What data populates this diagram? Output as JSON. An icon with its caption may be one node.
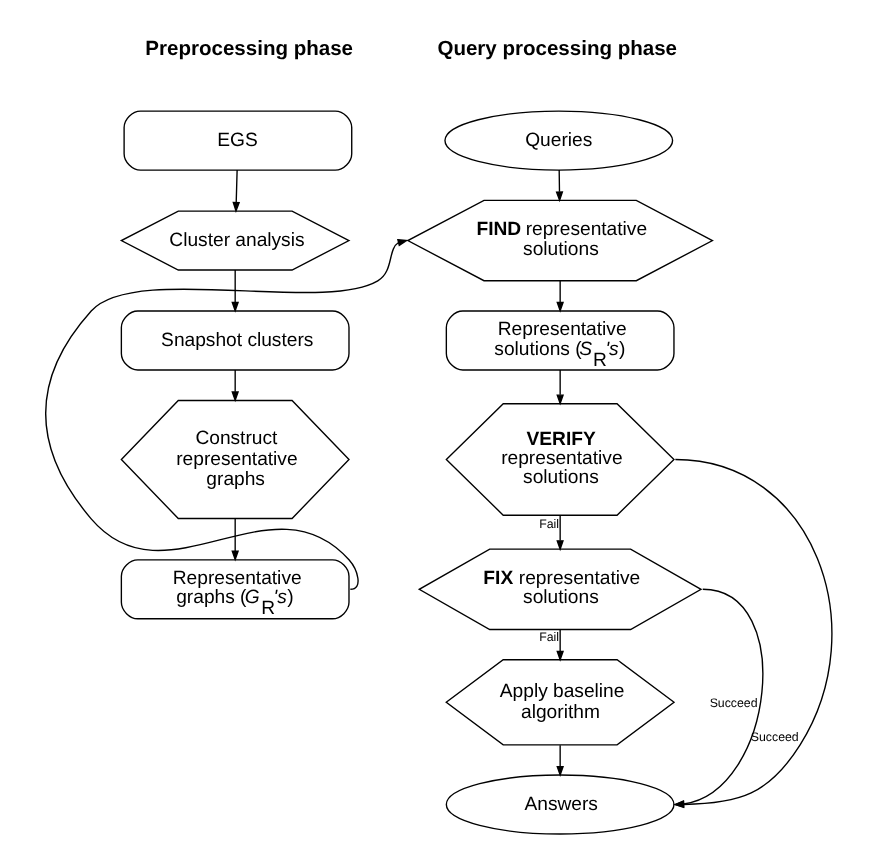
{
  "diagram": {
    "nodes": [
      {
        "text": [
          "EGS"
        ]
      },
      {
        "text": [
          "Cluster analysis"
        ]
      },
      {
        "text": [
          "Snapshot clusters"
        ]
      },
      {
        "text": [
          "Construct representative graphs"
        ]
      },
      {
        "text": [
          "Representative graphs (*G*$_{R}$*'s*)"
        ]
      },
      {
        "text": [
          "Queries"
        ]
      },
      {
        "text": [
          "**FIND** representative solutions"
        ]
      },
      {
        "text": [
          "Representative solutions (*S*$_{R}$*'s*)"
        ]
      },
      {
        "text": [
          "**VERIFY** representative solutions"
        ]
      },
      {
        "text": [
          "**FIX** representative solutions"
        ]
      },
      {
        "text": [
          "Apply baseline algorithm"
        ]
      },
      {
        "text": [
          "Answers"
        ]
      }
    ],
    "edges": [
      {
        "from": 0,
        "to": 1,
        "arrow": "to"
      },
      {
        "from": 1,
        "to": 2,
        "arrow": "to"
      },
      {
        "from": 2,
        "to": 3,
        "arrow": "to"
      },
      {
        "from": 3,
        "to": 4,
        "arrow": "to"
      },
      {
        "from": 4,
        "to": 6,
        "arrow": "to"
      },
      {
        "from": 5,
        "to": 6,
        "arrow": "to"
      },
      {
        "from": 6,
        "to": 7,
        "arrow": "to"
      },
      {
        "from": 7,
        "to": 8,
        "arrow": "to"
      },
      {
        "from": 8,
        "to": 9,
        "arrow": "to",
        "label": "Fail"
      },
      {
        "from": 9,
        "to": 10,
        "arrow": "to",
        "label": "Fail"
      },
      {
        "from": 10,
        "to": 11,
        "arrow": "to"
      },
      {
        "from": 8,
        "to": 11,
        "arrow": "to",
        "label": "Succeed"
      },
      {
        "from": 9,
        "to": 11,
        "arrow": "to",
        "label": "Succeed"
      }
    ],
    "labels": [
      "Preprocessing phase",
      "Query processing phase"
    ]
  }
}
